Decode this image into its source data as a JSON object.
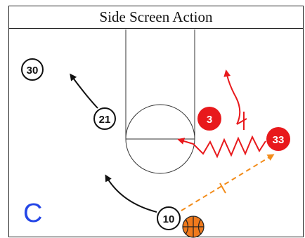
{
  "title": "Side Screen Action",
  "position_marker": "C",
  "colors": {
    "offense": "#111111",
    "screen_red": "#e8191c",
    "pass": "#f28c1b",
    "marker_blue": "#2446e6",
    "ball": "#f07a1c"
  },
  "players": [
    {
      "id": "p30",
      "label": "30",
      "team": "offense",
      "style": "outline"
    },
    {
      "id": "p21",
      "label": "21",
      "team": "offense",
      "style": "outline"
    },
    {
      "id": "p10",
      "label": "10",
      "team": "offense",
      "style": "outline",
      "has_ball": true
    },
    {
      "id": "p3",
      "label": "3",
      "team": "screen",
      "style": "filled"
    },
    {
      "id": "p33",
      "label": "33",
      "team": "screen",
      "style": "filled"
    }
  ],
  "actions": [
    {
      "type": "cut",
      "from": "21",
      "color": "offense"
    },
    {
      "type": "cut",
      "from": "10",
      "color": "offense"
    },
    {
      "type": "cut-with-screen",
      "from": "3",
      "color": "screen_red"
    },
    {
      "type": "dribble",
      "from": "33",
      "color": "screen_red"
    },
    {
      "type": "pass",
      "from": "10",
      "to": "33",
      "color": "pass"
    }
  ]
}
